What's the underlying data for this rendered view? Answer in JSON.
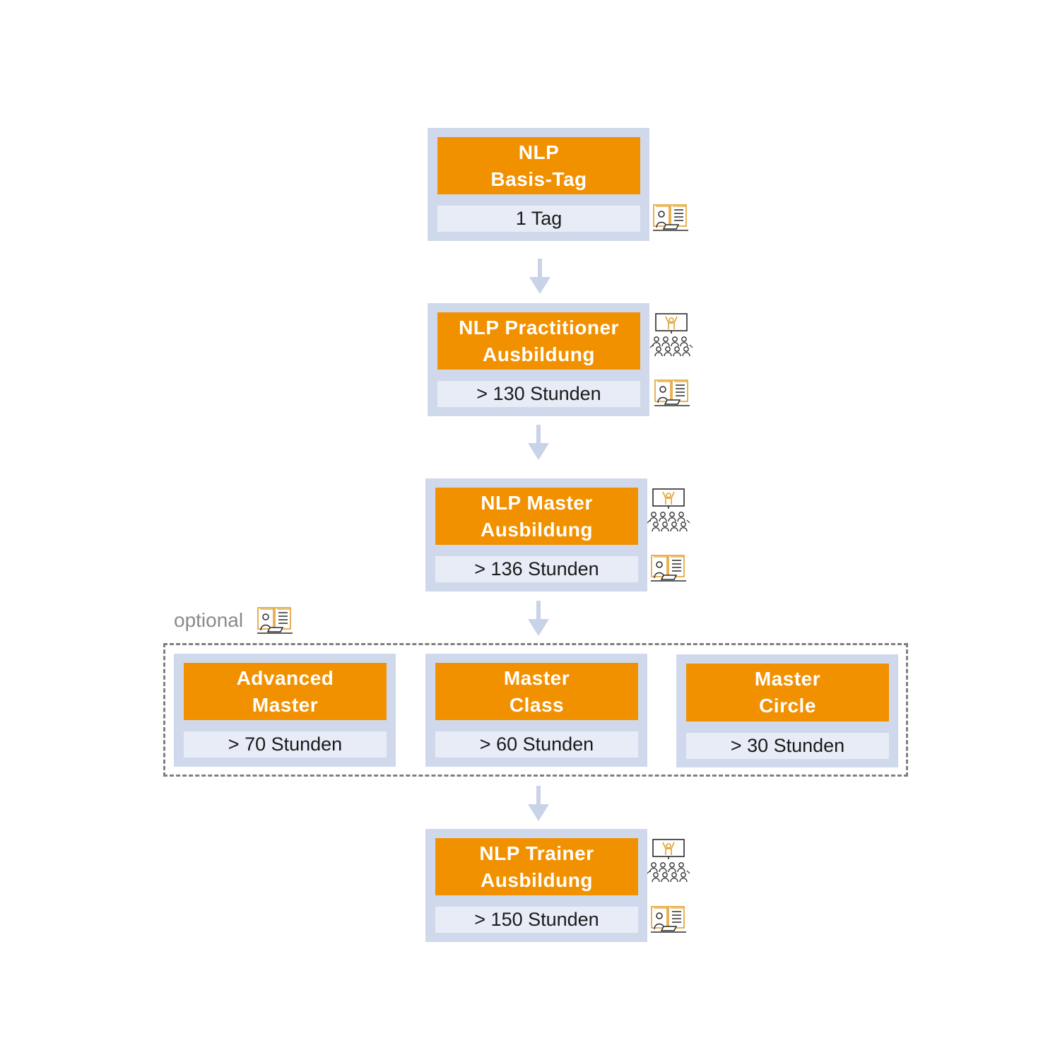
{
  "colors": {
    "title_bg": "#f29100",
    "card_bg": "#d0d9eb",
    "duration_bg": "#e8ecf6",
    "arrow": "#c9d3e8",
    "icon_dark": "#2b2b2b",
    "icon_accent": "#e3a02b"
  },
  "steps": [
    {
      "title": "NLP\nBasis-Tag",
      "duration": "1 Tag",
      "icons": [
        "self-study-book-icon"
      ]
    },
    {
      "title": "NLP Practitioner\nAusbildung",
      "duration": "> 130 Stunden",
      "icons": [
        "classroom-presentation-icon",
        "self-study-book-icon"
      ]
    },
    {
      "title": "NLP Master\nAusbildung",
      "duration": "> 136 Stunden",
      "icons": [
        "classroom-presentation-icon",
        "self-study-book-icon"
      ]
    },
    {
      "title": "NLP Trainer\nAusbildung",
      "duration": "> 150 Stunden",
      "icons": [
        "classroom-presentation-icon",
        "self-study-book-icon"
      ]
    }
  ],
  "optional": {
    "label": "optional",
    "icon": "self-study-book-icon",
    "items": [
      {
        "title": "Advanced\nMaster",
        "duration": "> 70 Stunden"
      },
      {
        "title": "Master\nClass",
        "duration": "> 60 Stunden"
      },
      {
        "title": "Master\nCircle",
        "duration": "> 30 Stunden"
      }
    ]
  }
}
